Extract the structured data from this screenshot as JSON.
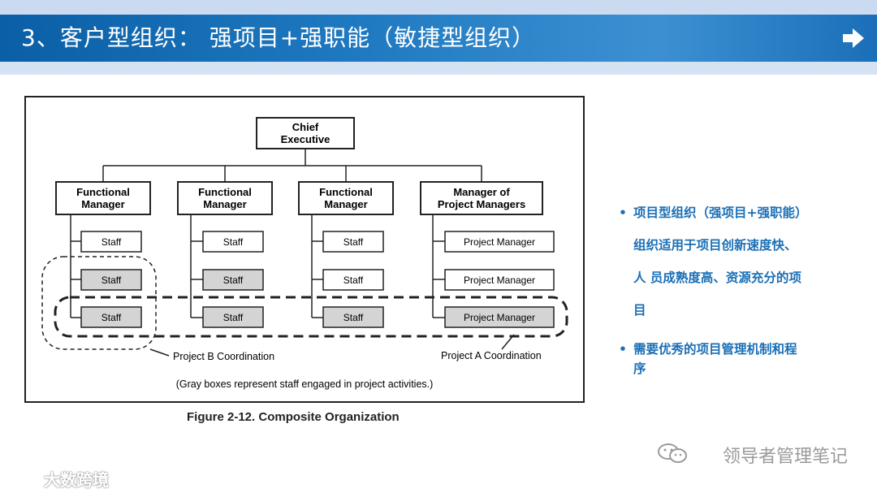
{
  "header": {
    "title": "3、客户型组织： 强项目+强职能（敏捷型组织）",
    "arrow_icon": "right-arrow-icon"
  },
  "figure": {
    "chief": [
      "Chief",
      "Executive"
    ],
    "functional_manager": [
      "Functional",
      "Manager"
    ],
    "manager_of_pm": [
      "Manager of",
      "Project Managers"
    ],
    "staff": "Staff",
    "project_manager": "Project Manager",
    "project_b": "Project B Coordination",
    "project_a": "Project A Coordination",
    "note": "(Gray boxes represent staff engaged in project activities.)",
    "caption": "Figure 2-12. Composite Organization"
  },
  "bullets": {
    "item1_lines": [
      "项目型组织（强项目+强职能）",
      "组织适用于项目创新速度快、",
      "人 员成熟度高、资源充分的项",
      "目"
    ],
    "item2_lines": [
      "需要优秀的项目管理机制和程",
      "序"
    ],
    "dot": "•"
  },
  "watermark": {
    "account": "领导者管理笔记",
    "logo": "大数跨境"
  },
  "colors": {
    "banner": "#1f79c0",
    "bullet_text": "#1b6fb5",
    "gray_box": "#d4d4d4"
  }
}
